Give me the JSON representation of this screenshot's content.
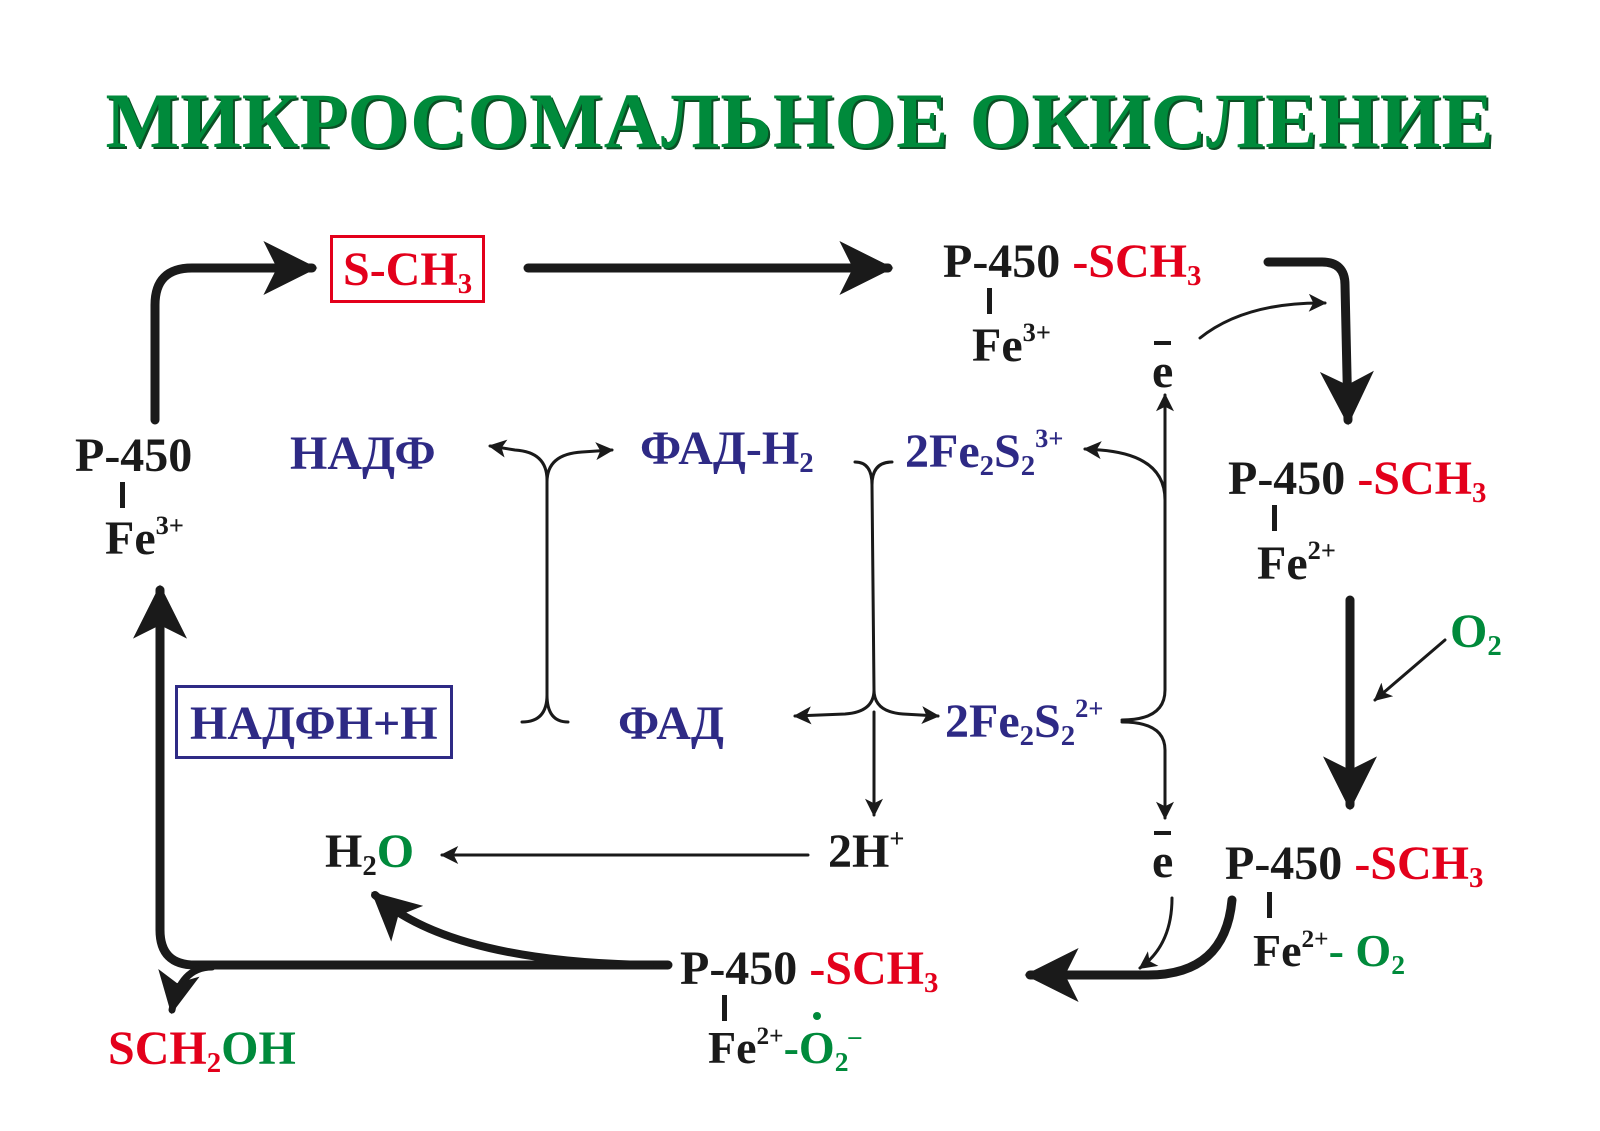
{
  "title": "МИКРОСОМАЛЬНОЕ ОКИСЛЕНИЕ",
  "colors": {
    "black": "#1a1a1a",
    "red": "#e3001b",
    "green": "#008a3b",
    "blue": "#2e2a85"
  },
  "labels": {
    "substrate": {
      "main": "S-CH",
      "sub": "3"
    },
    "p450": "P-450",
    "sch3": {
      "main": "-SCH",
      "sub": "3"
    },
    "fe": "Fe",
    "fe3": "3+",
    "fe2": "2+",
    "electron": "e",
    "nadf": "НАДФ",
    "nadfh": "НАДФН+Н",
    "fadh2": {
      "main": "ФАД-Н",
      "sub": "2"
    },
    "fad": "ФАД",
    "fe2s2": {
      "pre": "2Fe",
      "mid": "2",
      "s": "S",
      "sub": "2",
      "ox": "3+",
      "red": "2+"
    },
    "o2": {
      "main": "O",
      "sub": "2"
    },
    "dash_o2": {
      "main": "- O",
      "sub": "2"
    },
    "superoxide": {
      "dash": "-",
      "o": "O",
      "sub": "2",
      "charge": "–"
    },
    "two_h": {
      "main": "2H",
      "sup": "+"
    },
    "water": {
      "h": "H",
      "sub": "2",
      "o": "O"
    },
    "product": {
      "a": "SCH",
      "sub": "2",
      "b": "OH"
    }
  }
}
